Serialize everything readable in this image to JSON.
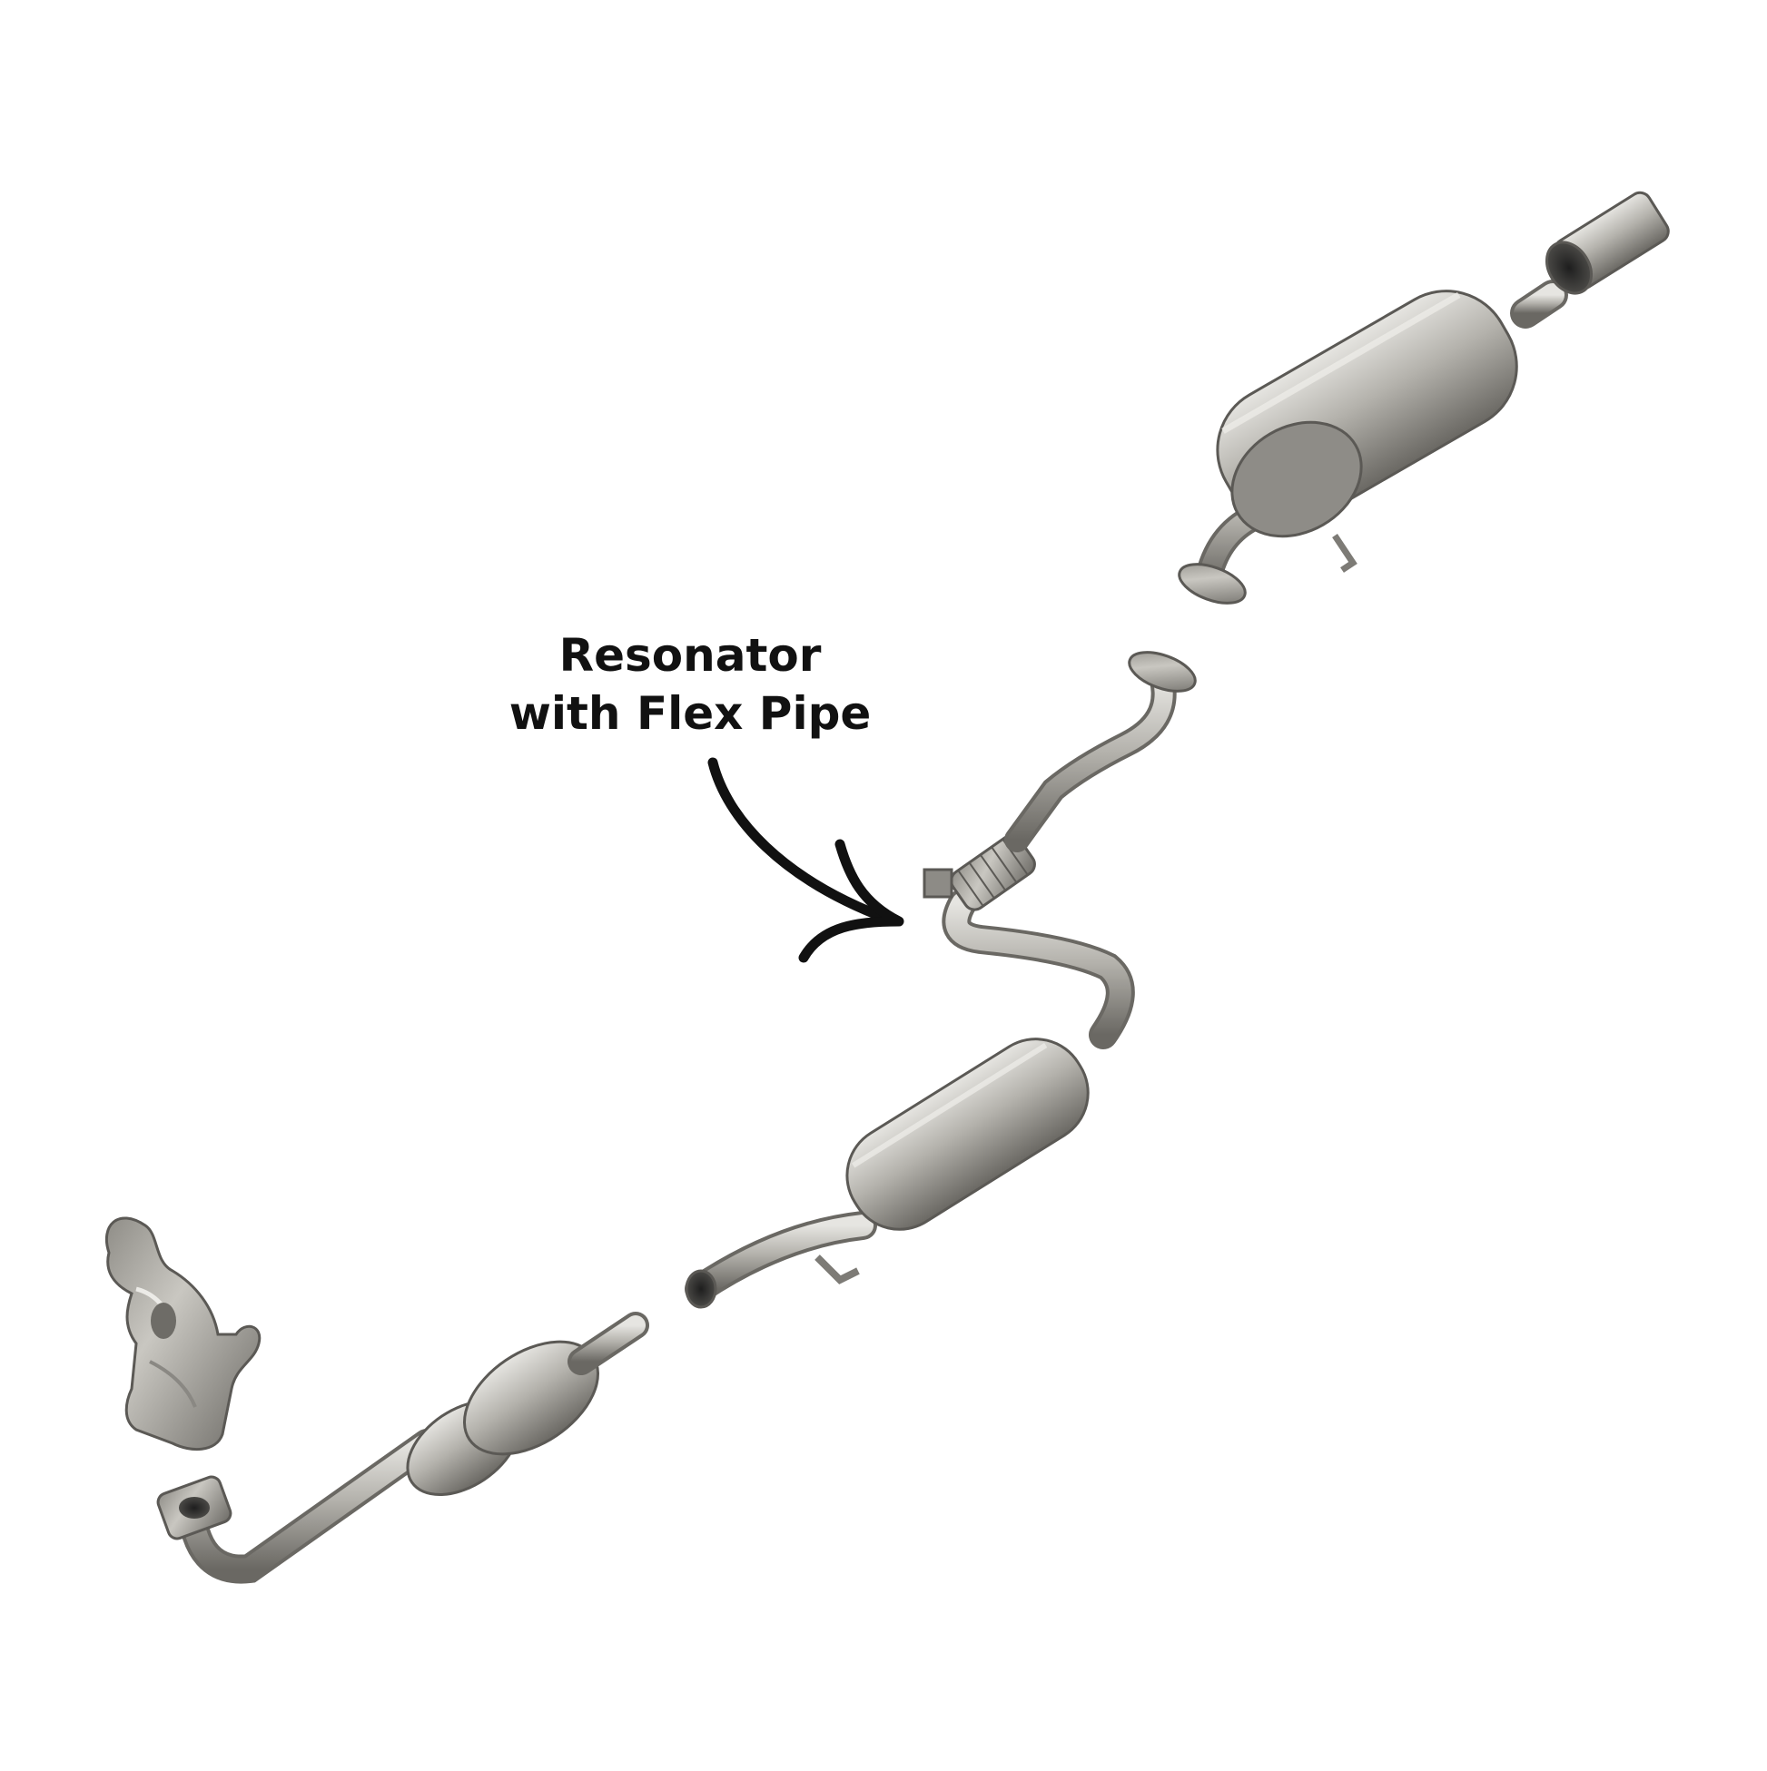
{
  "callout": {
    "line1": "Resonator",
    "line2": "with Flex Pipe"
  },
  "colors": {
    "background": "#ffffff",
    "text": "#111111",
    "steel_light": "#d9d8d4",
    "steel_mid": "#a8a6a0",
    "steel_dark": "#5f5d58"
  },
  "parts": [
    "exhaust-manifold",
    "catalytic-converter-pipe",
    "resonator-with-flex-pipe",
    "intermediate-pipe",
    "rear-muffler",
    "tailpipe-tip"
  ]
}
